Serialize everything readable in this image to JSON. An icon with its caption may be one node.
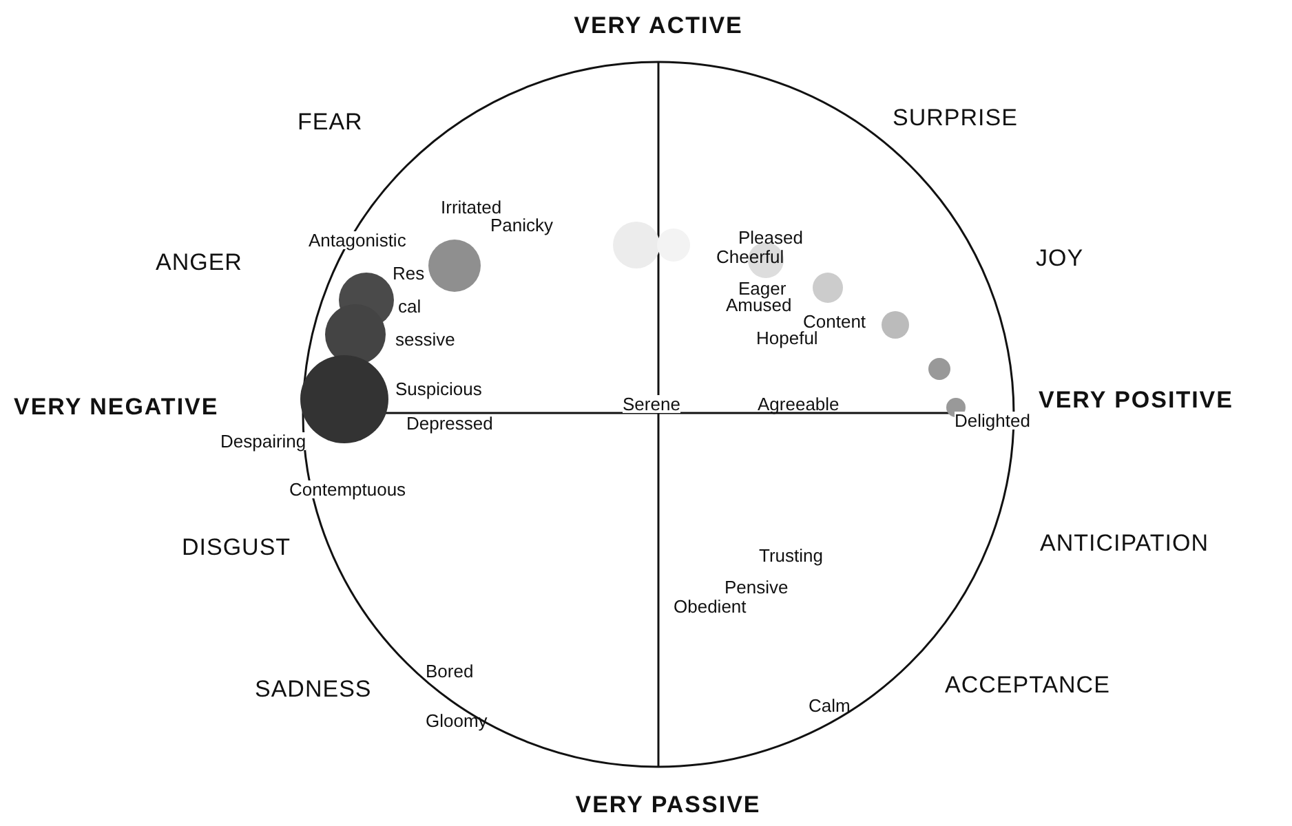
{
  "diagram": {
    "labels": [
      "VERY ACTIVE",
      "FEAR",
      "SURPRISE",
      "Irritated",
      "Panicky",
      "Antagonistic",
      "Pleased",
      "Cheerful",
      "ANGER",
      "JOY",
      "Res",
      "cal",
      "Eager",
      "Amused",
      "Content",
      "Hopeful",
      "sessive",
      "Suspicious",
      "VERY NEGATIVE",
      "VERY POSITIVE",
      "Serene",
      "Agreeable",
      "Depressed",
      "Delighted",
      "Despairing",
      "Contemptuous",
      "DISGUST",
      "ANTICIPATION",
      "Trusting",
      "Pensive",
      "Obedient",
      "Bored",
      "SADNESS",
      "ACCEPTANCE",
      "Gloomy",
      "Calm",
      "VERY PASSIVE"
    ]
  }
}
